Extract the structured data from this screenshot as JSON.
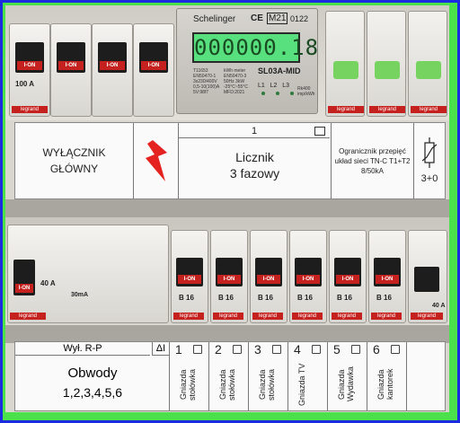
{
  "meter": {
    "brand": "Schelinger",
    "badge": "M21",
    "badge_num": "0122",
    "display": "000000.18",
    "model": "SL03A-MID",
    "spec_left": [
      "T11653",
      "EN50470-1",
      "3x230/400V",
      "0,5-10(100)A",
      "5V:98f7"
    ],
    "spec_right": [
      "kWh meter",
      "EN50470-3",
      "50Hz 3kW",
      "-25°C~55°C",
      "MFD:2021"
    ],
    "phases": [
      "L1",
      "L2",
      "L3"
    ],
    "imp": "Rk400 imp/kWh"
  },
  "top_breakers": {
    "on_label": "I-ON",
    "main_rating": "100 A",
    "brand": "legrand"
  },
  "label_top": {
    "main_switch": "WYŁĄCZNIK GŁÓWNY",
    "meter_num": "1",
    "meter_title": "Licznik",
    "meter_sub": "3 fazowy",
    "spd_text": "Ogranicznik przepięć układ sieci TN-C T1+T2 8/50kA",
    "spd_code": "3+0"
  },
  "bottom_breakers": {
    "rcd_rating": "40 A",
    "rcd_current": "30mA",
    "mcb_rating": "B 16",
    "last_rating": "40 A",
    "brand": "legrand",
    "on_label": "I-ON"
  },
  "label_bottom": {
    "header": "Wył. R-P",
    "delta": "ΔI",
    "circuits_title": "Obwody",
    "circuits_list": "1,2,3,4,5,6",
    "circuits": [
      {
        "num": "1",
        "label": "Gniazda stołówka"
      },
      {
        "num": "2",
        "label": "Gniazda stołówka"
      },
      {
        "num": "3",
        "label": "Gniazda stołówka"
      },
      {
        "num": "4",
        "label": "Gniazda TV"
      },
      {
        "num": "5",
        "label": "Gniazda Wydawka"
      },
      {
        "num": "6",
        "label": "Gniazda kantorek"
      }
    ]
  }
}
